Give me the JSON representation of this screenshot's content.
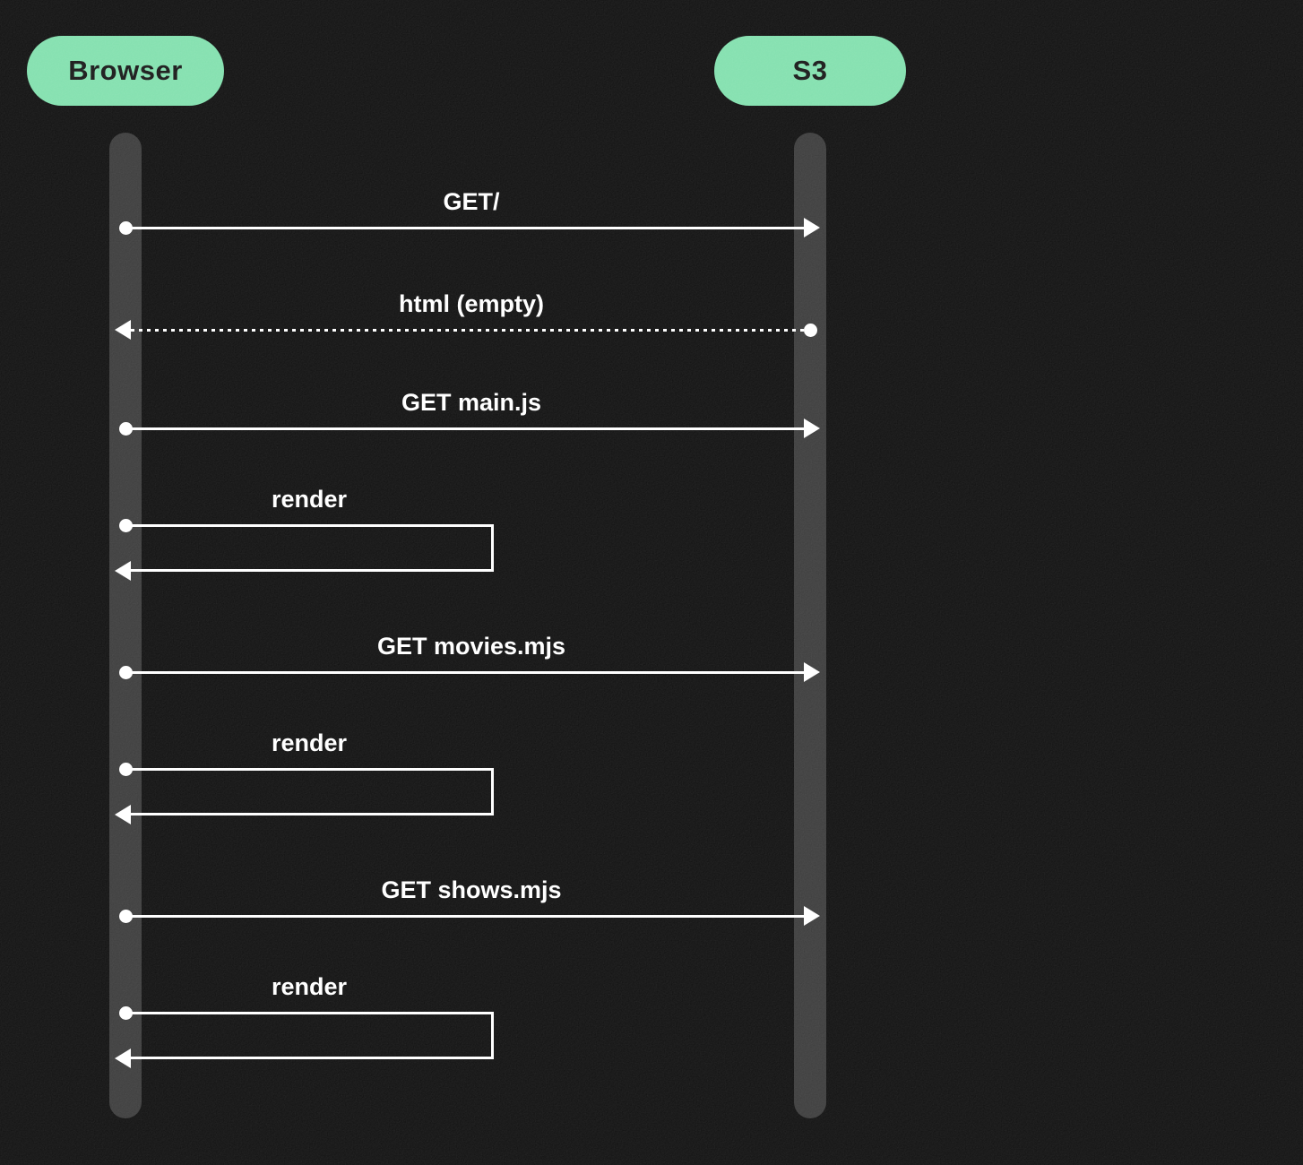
{
  "diagram": {
    "type": "sequence",
    "actors": [
      {
        "id": "browser",
        "label": "Browser"
      },
      {
        "id": "s3",
        "label": "S3"
      }
    ],
    "messages": [
      {
        "label": "GET/",
        "from": "Browser",
        "to": "S3",
        "line": "solid",
        "direction": "right"
      },
      {
        "label": "html (empty)",
        "from": "S3",
        "to": "Browser",
        "line": "dotted",
        "direction": "left"
      },
      {
        "label": "GET main.js",
        "from": "Browser",
        "to": "S3",
        "line": "solid",
        "direction": "right"
      },
      {
        "label": "render",
        "from": "Browser",
        "to": "Browser",
        "line": "solid",
        "direction": "self"
      },
      {
        "label": "GET movies.mjs",
        "from": "Browser",
        "to": "S3",
        "line": "solid",
        "direction": "right"
      },
      {
        "label": "render",
        "from": "Browser",
        "to": "Browser",
        "line": "solid",
        "direction": "self"
      },
      {
        "label": "GET shows.mjs",
        "from": "Browser",
        "to": "S3",
        "line": "solid",
        "direction": "right"
      },
      {
        "label": "render",
        "from": "Browser",
        "to": "Browser",
        "line": "solid",
        "direction": "self"
      }
    ],
    "colors": {
      "background": "#0a0a0a",
      "actor_pill": "#7fdfac",
      "actor_text": "#121212",
      "lifeline": "#373737",
      "message": "#ffffff"
    }
  }
}
